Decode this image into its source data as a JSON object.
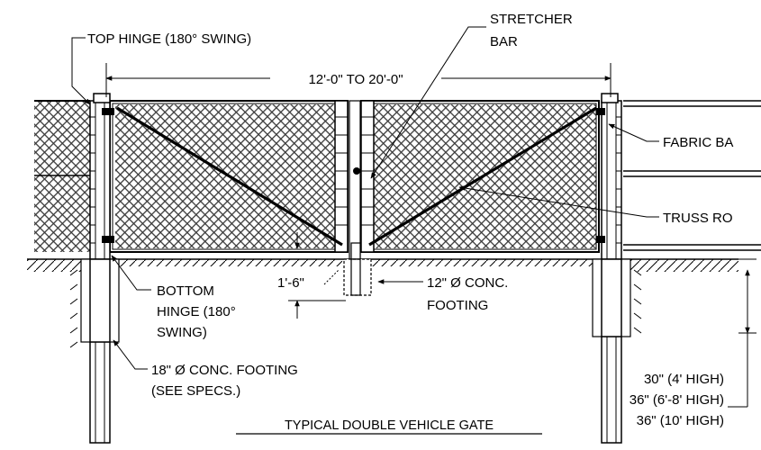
{
  "labels": {
    "top_hinge": "TOP HINGE (180° SWING)",
    "stretcher_bar_1": "STRETCHER",
    "stretcher_bar_2": "BAR",
    "span": "12'-0\" TO 20'-0\"",
    "fabric_band": "FABRIC BA",
    "truss_rod": "TRUSS RO",
    "clearance": "1'-6\"",
    "center_footing_1": "12\" Ø  CONC.",
    "center_footing_2": "FOOTING",
    "bottom_hinge_1": "BOTTOM",
    "bottom_hinge_2": "HINGE (180°",
    "bottom_hinge_3": "SWING)",
    "post_footing_1": "18\" Ø CONC. FOOTING",
    "post_footing_2": "(SEE SPECS.)",
    "depth_1": "30\" (4' HIGH)",
    "depth_2": "36\" (6'-8' HIGH)",
    "depth_3": "36\" (10' HIGH)"
  },
  "title": "TYPICAL DOUBLE VEHICLE GATE"
}
